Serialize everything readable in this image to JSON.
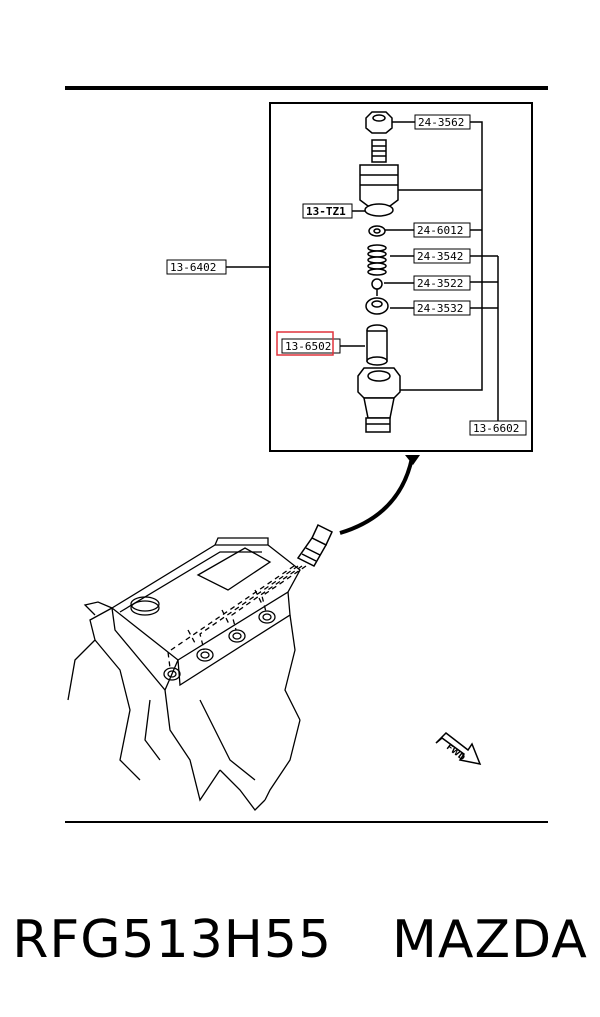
{
  "parts": {
    "p24_3562": "24-3562",
    "p13_tz1": "13-TZ1",
    "p24_6012": "24-6012",
    "p13_6402": "13-6402",
    "p24_3542": "24-3542",
    "p24_3522": "24-3522",
    "p24_3532": "24-3532",
    "p13_6502": "13-6502",
    "p13_6602": "13-6602"
  },
  "fwd_label": "FWD",
  "footer": {
    "part_number": "RFG513H55",
    "brand": "MAZDA"
  },
  "colors": {
    "highlight": "#e0323c",
    "ink": "#000000"
  }
}
